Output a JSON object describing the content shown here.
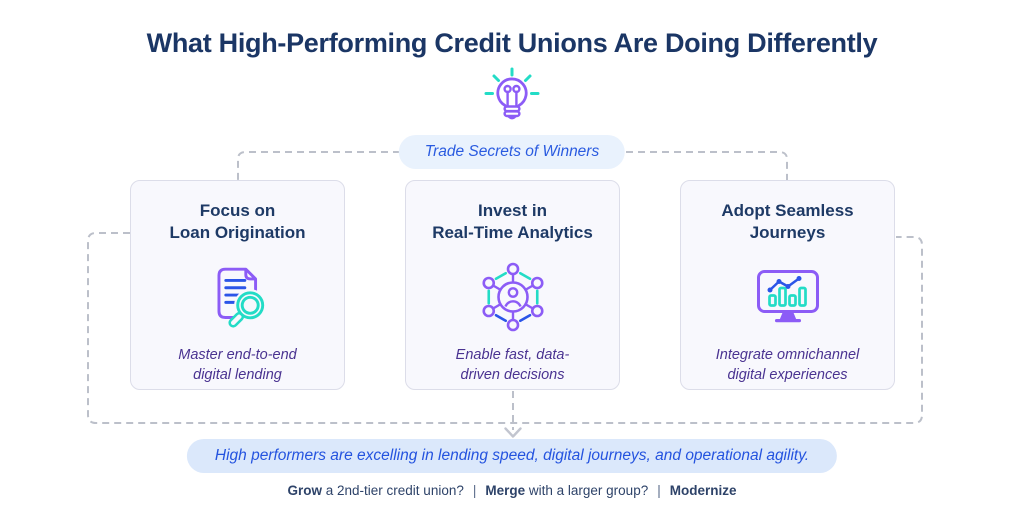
{
  "title": "What High-Performing Credit Unions Are Doing Differently",
  "badge": {
    "label": "Trade Secrets of Winners"
  },
  "cards": [
    {
      "title_line1": "Focus on",
      "title_line2": "Loan Origination",
      "icon": "document-magnifier-icon",
      "desc_line1": "Master end-to-end",
      "desc_line2": "digital lending"
    },
    {
      "title_line1": "Invest in",
      "title_line2": "Real-Time Analytics",
      "icon": "network-people-icon",
      "desc_line1": "Enable fast, data-",
      "desc_line2": "driven decisions"
    },
    {
      "title_line1": "Adopt Seamless",
      "title_line2": "Journeys",
      "icon": "monitor-chart-icon",
      "desc_line1": "Integrate omnichannel",
      "desc_line2": "digital experiences"
    }
  ],
  "banner": {
    "text": "High performers are excelling in lending speed, digital journeys, and operational agility."
  },
  "footer": {
    "separator": "|",
    "segments": [
      {
        "bold": "Grow",
        "rest": " a 2nd-tier credit union?"
      },
      {
        "bold": "Merge",
        "rest": " with a larger group?"
      },
      {
        "bold": "Modernize",
        "rest": ""
      }
    ]
  },
  "icons": [
    "lightbulb-icon",
    "document-magnifier-icon",
    "network-people-icon",
    "monitor-chart-icon",
    "down-arrow-icon"
  ],
  "colors": {
    "title_navy": "#1b3665",
    "accent_purple": "#8c5cf6",
    "accent_teal": "#23dcc6",
    "accent_blue": "#2b55e8",
    "pill_bg": "#e9f2fd",
    "pill_text": "#2a5be0",
    "banner_bg": "#dbe8fb",
    "banner_text": "#2453df",
    "card_bg": "#f8f8fd",
    "card_border": "#dcdde9",
    "description_purple": "#4a3391",
    "connector_gray": "#bcc0ca"
  }
}
